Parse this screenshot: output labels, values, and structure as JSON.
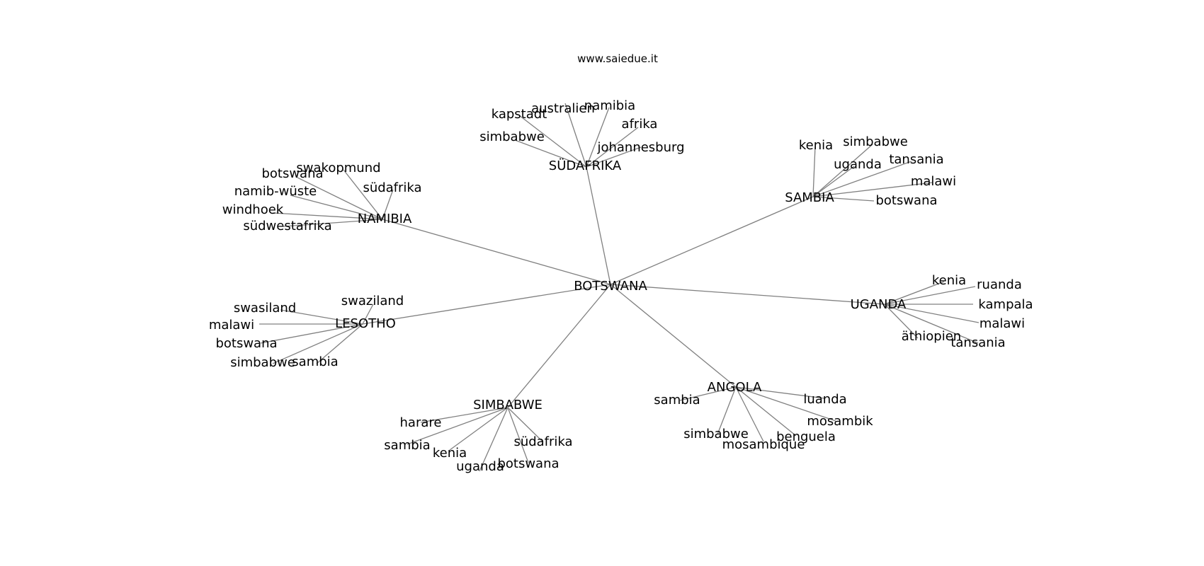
{
  "site": "www.saiedue.it",
  "root": "BOTSWANA",
  "hubs": [
    {
      "label": "SÜDAFRIKA",
      "leaves": [
        "kapstadt",
        "australien",
        "namibia",
        "afrika",
        "johannesburg",
        "simbabwe"
      ]
    },
    {
      "label": "SAMBIA",
      "leaves": [
        "kenia",
        "simbabwe",
        "uganda",
        "tansania",
        "malawi",
        "botswana"
      ]
    },
    {
      "label": "UGANDA",
      "leaves": [
        "kenia",
        "ruanda",
        "kampala",
        "malawi",
        "tansania",
        "äthiopien"
      ]
    },
    {
      "label": "ANGOLA",
      "leaves": [
        "sambia",
        "luanda",
        "mosambik",
        "benguela",
        "mosambique",
        "simbabwe"
      ]
    },
    {
      "label": "SIMBABWE",
      "leaves": [
        "harare",
        "sambia",
        "kenia",
        "uganda",
        "botswana",
        "südafrika"
      ]
    },
    {
      "label": "LESOTHO",
      "leaves": [
        "swaziland",
        "swasiland",
        "malawi",
        "botswana",
        "simbabwe",
        "sambia"
      ]
    },
    {
      "label": "NAMIBIA",
      "leaves": [
        "swakopmund",
        "botswana",
        "namib-wüste",
        "windhoek",
        "südwestafrika",
        "südafrika"
      ]
    }
  ]
}
